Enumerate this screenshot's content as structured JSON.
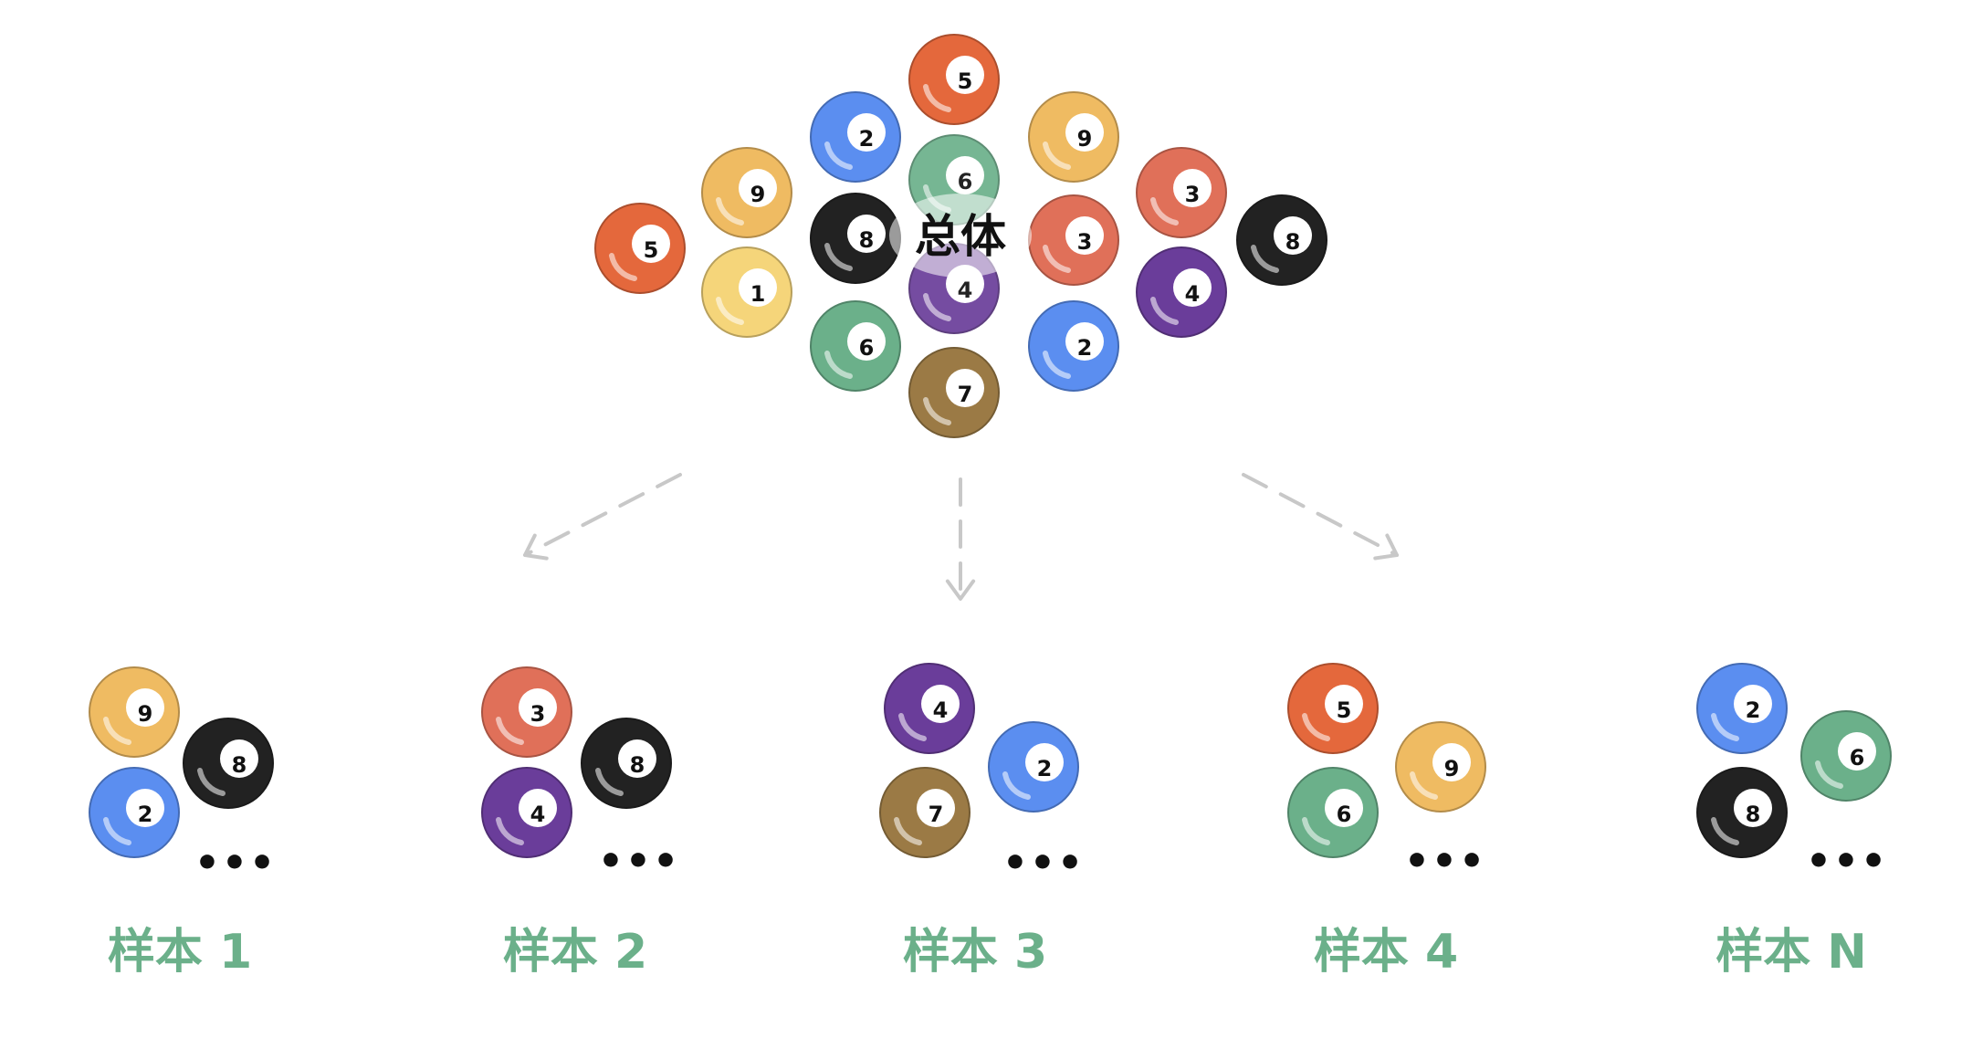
{
  "colors": {
    "background": "#ffffff",
    "sample_label": "#6bb08a",
    "arrow": "#c8c8c8",
    "ball": {
      "orange": "#e4683c",
      "blue": "#5b8ef0",
      "green": "#6bb08a",
      "yellow": "#efbb62",
      "black": "#222222",
      "red": "#e07059",
      "purple": "#6a3d9a",
      "brown": "#9b7a45",
      "light_yellow": "#f5d57a"
    }
  },
  "population": {
    "label": "总体",
    "balls": [
      {
        "number": "5",
        "color": "orange"
      },
      {
        "number": "2",
        "color": "blue"
      },
      {
        "number": "9",
        "color": "yellow"
      },
      {
        "number": "6",
        "color": "green"
      },
      {
        "number": "9",
        "color": "yellow"
      },
      {
        "number": "3",
        "color": "red"
      },
      {
        "number": "8",
        "color": "black"
      },
      {
        "number": "3",
        "color": "red"
      },
      {
        "number": "5",
        "color": "orange"
      },
      {
        "number": "8",
        "color": "black"
      },
      {
        "number": "1",
        "color": "light_yellow"
      },
      {
        "number": "4",
        "color": "purple"
      },
      {
        "number": "4",
        "color": "purple"
      },
      {
        "number": "6",
        "color": "green"
      },
      {
        "number": "2",
        "color": "blue"
      },
      {
        "number": "7",
        "color": "brown"
      }
    ]
  },
  "samples": [
    {
      "label": "样本 1",
      "ellipsis": "•••",
      "balls": [
        {
          "number": "9",
          "color": "yellow"
        },
        {
          "number": "8",
          "color": "black"
        },
        {
          "number": "2",
          "color": "blue"
        }
      ]
    },
    {
      "label": "样本 2",
      "ellipsis": "•••",
      "balls": [
        {
          "number": "3",
          "color": "red"
        },
        {
          "number": "8",
          "color": "black"
        },
        {
          "number": "4",
          "color": "purple"
        }
      ]
    },
    {
      "label": "样本 3",
      "ellipsis": "•••",
      "balls": [
        {
          "number": "4",
          "color": "purple"
        },
        {
          "number": "2",
          "color": "blue"
        },
        {
          "number": "7",
          "color": "brown"
        }
      ]
    },
    {
      "label": "样本 4",
      "ellipsis": "•••",
      "balls": [
        {
          "number": "5",
          "color": "orange"
        },
        {
          "number": "9",
          "color": "yellow"
        },
        {
          "number": "6",
          "color": "green"
        }
      ]
    },
    {
      "label": "样本 N",
      "ellipsis": "•••",
      "balls": [
        {
          "number": "2",
          "color": "blue"
        },
        {
          "number": "6",
          "color": "green"
        },
        {
          "number": "8",
          "color": "black"
        }
      ]
    }
  ]
}
